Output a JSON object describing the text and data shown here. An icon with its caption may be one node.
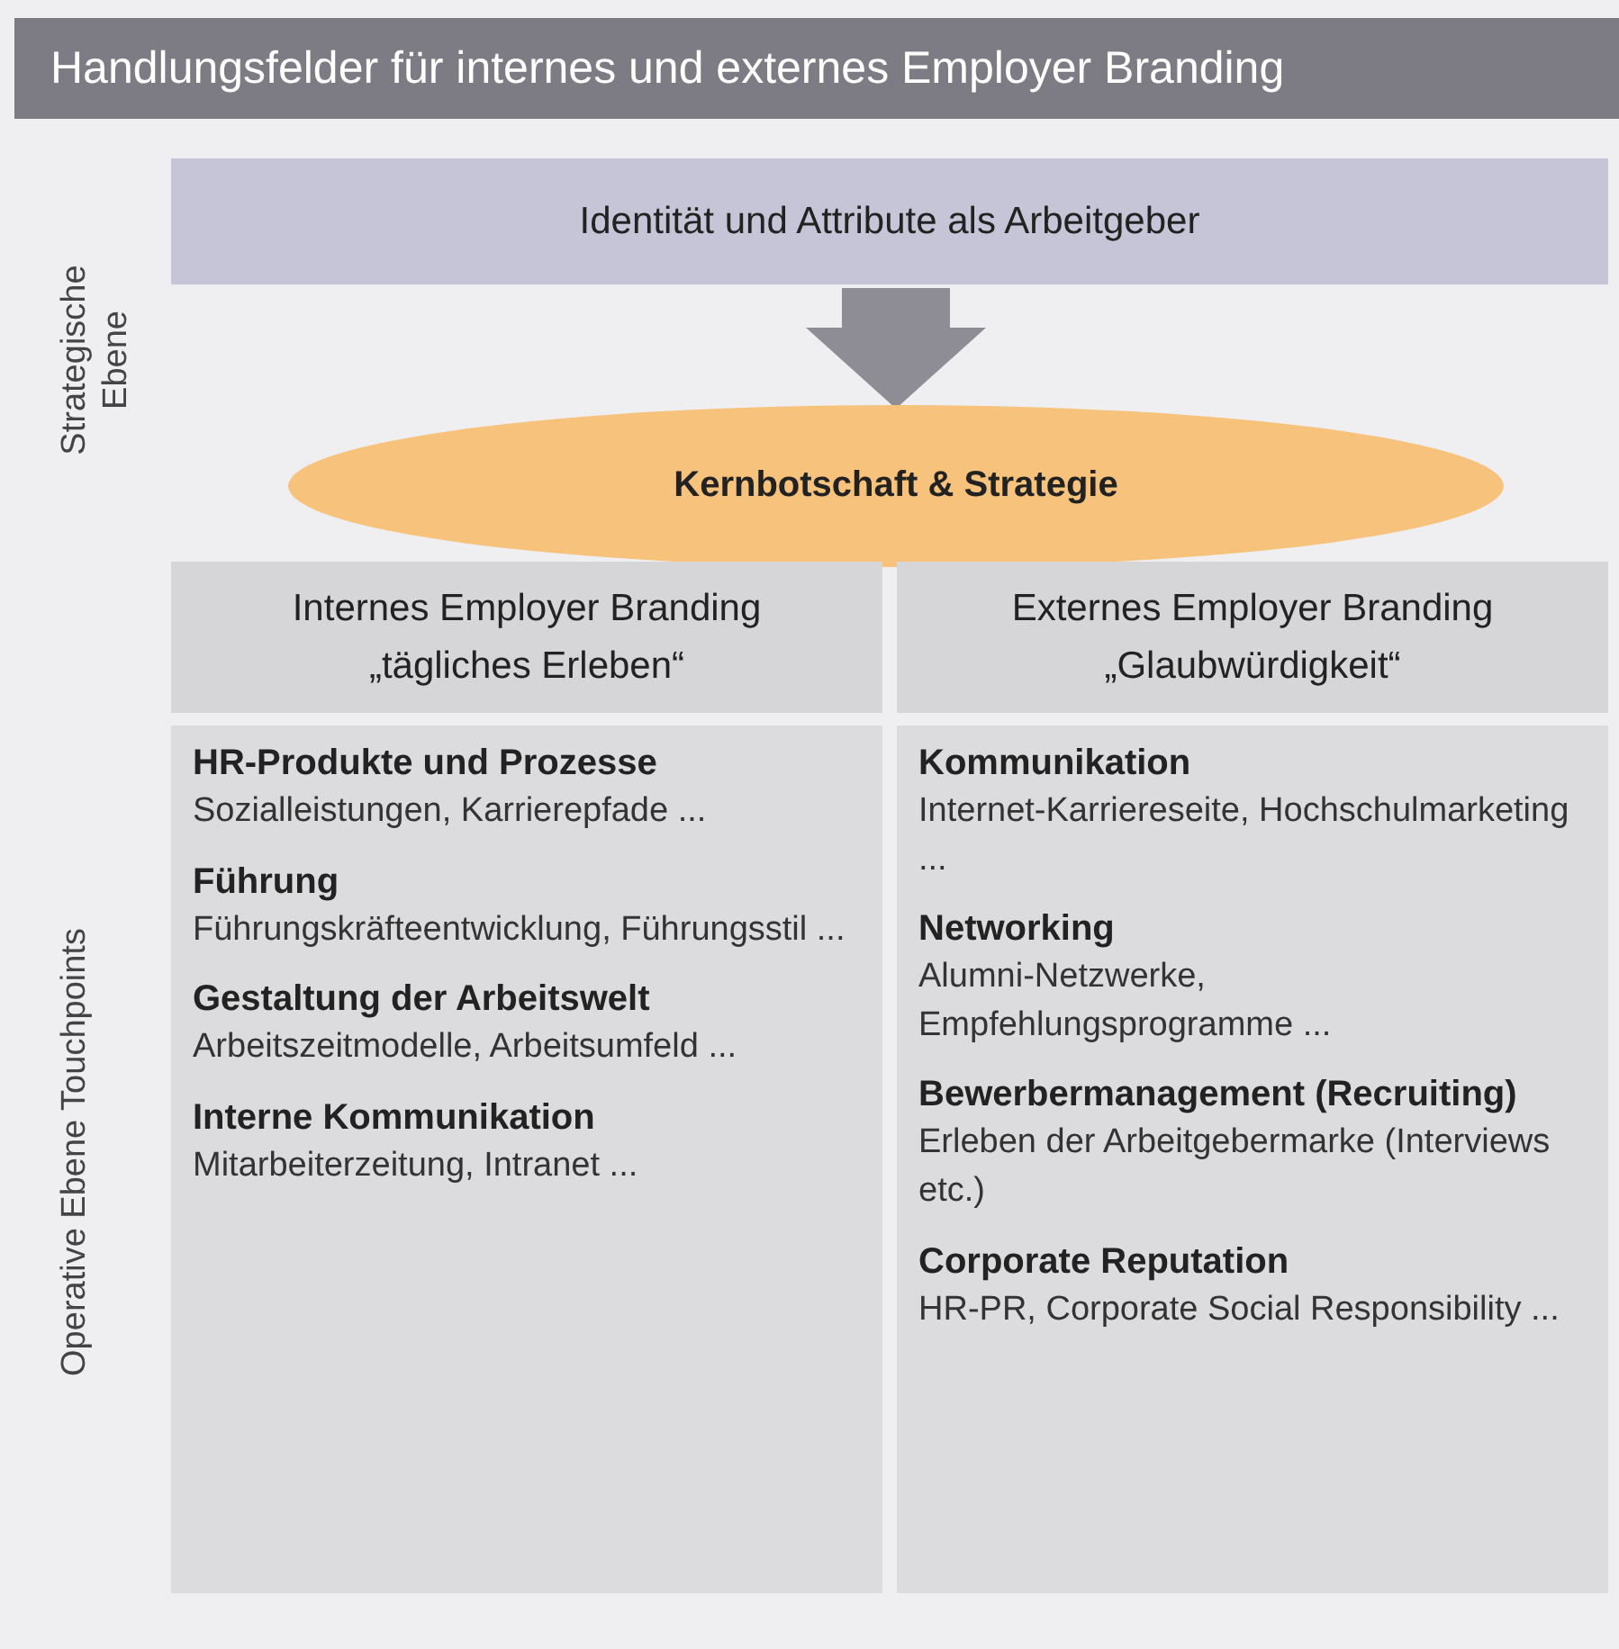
{
  "diagram": {
    "title": "Handlungsfelder für internes und externes Employer Branding",
    "nodes": [
      {
        "text": [
          "Identität und Attribute als Arbeitgeber"
        ]
      },
      {
        "text": [
          "Kernbotschaft & Strategie"
        ]
      },
      {
        "text": [
          "Internes Employer Branding",
          "„tägliches Erleben“"
        ]
      },
      {
        "text": [
          "Externes Employer Branding",
          "„Glaubwürdigkeit“"
        ]
      },
      {
        "text": [
          "HR-Produkte und Prozesse",
          "Sozialleistungen, Karrierepfade ...",
          "Führung",
          "Führungskräfteentwicklung, Führungsstil ...",
          "Gestaltung der Arbeitswelt",
          "Arbeitszeitmodelle, Arbeitsumfeld ...",
          "Interne Kommunikation",
          "Mitarbeiterzeitung, Intranet ..."
        ]
      },
      {
        "text": [
          "Kommunikation",
          "Internet-Karriereseite, Hochschulmarketing ...",
          "Networking",
          "Alumni-Netzwerke, Empfehlungsprogramme ...",
          "Bewerbermanagement (Recruiting)",
          "Erleben der Arbeitgebermarke (Interviews etc.)",
          "Corporate Reputation",
          "HR-PR, Corporate Social Responsibility ..."
        ]
      }
    ],
    "edges": [
      {
        "from": 0,
        "to": 1,
        "arrow": "to"
      }
    ],
    "labels": [
      "Strategische Ebene",
      "Operative Ebene Touchpoints"
    ]
  }
}
